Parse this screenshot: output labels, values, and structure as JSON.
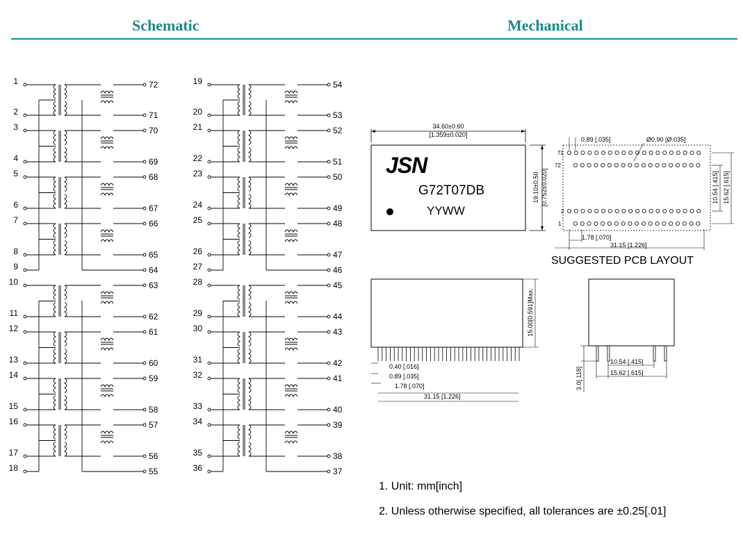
{
  "headers": {
    "schematic": "Schematic",
    "mechanical": "Mechanical"
  },
  "pins": {
    "left1": [
      "1",
      "2",
      "3",
      "4",
      "5",
      "6",
      "7",
      "8",
      "9",
      "10",
      "11",
      "12",
      "13",
      "14",
      "15",
      "16",
      "17",
      "18"
    ],
    "right1": [
      "72",
      "71",
      "70",
      "69",
      "68",
      "67",
      "66",
      "65",
      "64",
      "63",
      "62",
      "61",
      "60",
      "59",
      "58",
      "57",
      "56",
      "55"
    ],
    "left2": [
      "19",
      "20",
      "21",
      "22",
      "23",
      "24",
      "25",
      "26",
      "27",
      "28",
      "29",
      "30",
      "31",
      "32",
      "33",
      "34",
      "35",
      "36"
    ],
    "right2": [
      "54",
      "53",
      "52",
      "51",
      "50",
      "49",
      "48",
      "47",
      "46",
      "45",
      "44",
      "43",
      "42",
      "41",
      "40",
      "39",
      "38",
      "37"
    ]
  },
  "top_view": {
    "logo": "JSN",
    "part_number": "G72T07DB",
    "date_code": "YYWW",
    "dim_length": "34.60±0.60",
    "dim_length_inch": "[1.359±0.020]",
    "dim_width": "19.10±0.50",
    "dim_width_inch": "[0.752±0.020]"
  },
  "pcb_layout": {
    "title": "SUGGESTED PCB LAYOUT",
    "pitch": "0.89  [.035]",
    "hole": "Ø0.90  [Ø.035]",
    "row_span1": "10.54  [.415]",
    "row_span2": "15.62  [.615]",
    "pitch2": "1.78  [.070]",
    "total": "31.15  [1.226]",
    "pin_labels": [
      "71",
      "72",
      "2",
      "1"
    ]
  },
  "side_view": {
    "height": "15.00[0.591]Max.",
    "lead_width": "0.40  [.016]",
    "lead_pitch": "0.89  [.035]",
    "lead_pitch2": "1.78  [.070]",
    "total": "31.15  [1.226]"
  },
  "end_view": {
    "standoff": "3.0[.118]",
    "row1": "10.54  [.415]",
    "row2": "15.62  [.615]"
  },
  "notes": [
    "1. Unit: mm[inch]",
    "2. Unless otherwise specified, all tolerances are ±0.25[.01]"
  ]
}
